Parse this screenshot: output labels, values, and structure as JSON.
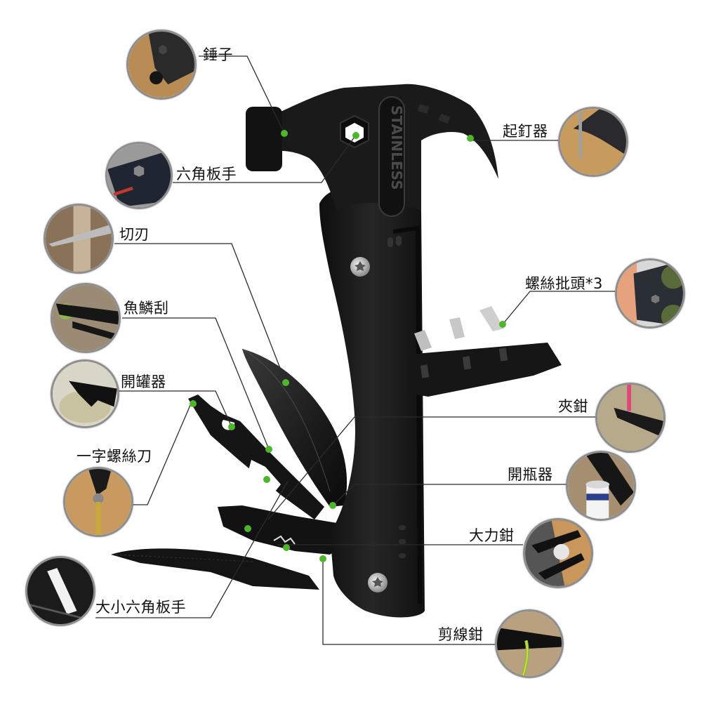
{
  "product": {
    "name": "multi-tool hammer",
    "engraving": "STAINLESS",
    "body_color": "#1a1a1a",
    "marker_color": "#4fb52a",
    "leader_color": "#2b2b2b"
  },
  "callouts": [
    {
      "id": "hammer",
      "label": "錘子",
      "side": "left",
      "inset": "hammer-inset"
    },
    {
      "id": "hex-wrench",
      "label": "六角板手",
      "side": "left",
      "inset": "hex-wrench-inset"
    },
    {
      "id": "knife",
      "label": "切刃",
      "side": "left",
      "inset": "knife-inset"
    },
    {
      "id": "fish-scaler",
      "label": "魚鱗刮",
      "side": "left",
      "inset": "fish-scaler-inset"
    },
    {
      "id": "can-opener",
      "label": "開罐器",
      "side": "left",
      "inset": "can-opener-inset"
    },
    {
      "id": "flat-screwdriver",
      "label": "一字螺絲刀",
      "side": "left",
      "inset": "flat-screwdriver-inset"
    },
    {
      "id": "multi-hex-wrench",
      "label": "大小六角板手",
      "side": "left",
      "inset": "multi-hex-wrench-inset"
    },
    {
      "id": "nail-puller",
      "label": "起釘器",
      "side": "right",
      "inset": "nail-puller-inset"
    },
    {
      "id": "screwdriver-bits",
      "label": "螺絲批頭*3",
      "side": "right",
      "inset": "screwdriver-bits-inset"
    },
    {
      "id": "needle-nose-pliers",
      "label": "夾鉗",
      "side": "right",
      "inset": "pliers-inset"
    },
    {
      "id": "bottle-opener",
      "label": "開瓶器",
      "side": "right",
      "inset": "bottle-opener-inset"
    },
    {
      "id": "locking-pliers",
      "label": "大力鉗",
      "side": "right",
      "inset": "locking-pliers-inset"
    },
    {
      "id": "wire-cutter",
      "label": "剪線鉗",
      "side": "right",
      "inset": "wire-cutter-inset"
    }
  ]
}
